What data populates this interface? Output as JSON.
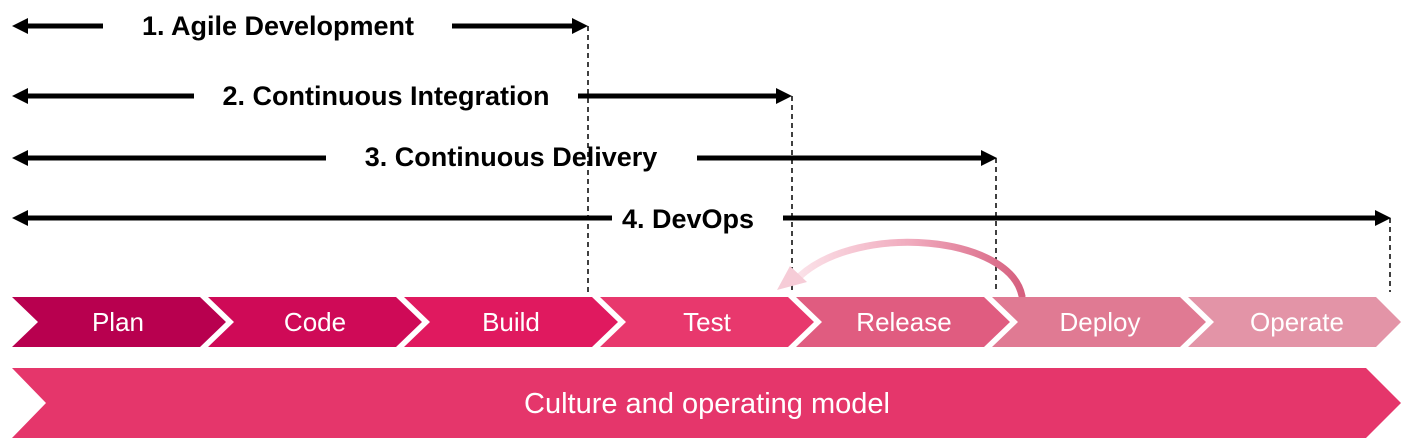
{
  "spans": [
    {
      "label": "1. Agile Development",
      "ends_after_stage": "Build"
    },
    {
      "label": "2. Continuous Integration",
      "ends_after_stage": "Test"
    },
    {
      "label": "3. Continuous Delivery",
      "ends_after_stage": "Release"
    },
    {
      "label": "4. DevOps",
      "ends_after_stage": "Operate"
    }
  ],
  "stages": [
    {
      "label": "Plan",
      "color": "#b8004f"
    },
    {
      "label": "Code",
      "color": "#cf0a57"
    },
    {
      "label": "Build",
      "color": "#e0195f"
    },
    {
      "label": "Test",
      "color": "#e8386d"
    },
    {
      "label": "Release",
      "color": "#e05c80"
    },
    {
      "label": "Deploy",
      "color": "#e07a93"
    },
    {
      "label": "Operate",
      "color": "#e394a7"
    }
  ],
  "foundation": {
    "label": "Culture and operating model",
    "color": "#e5366b"
  },
  "feedback_loop": {
    "from_stage": "Deploy",
    "to_stage": "Test",
    "color": "#e794a8"
  }
}
